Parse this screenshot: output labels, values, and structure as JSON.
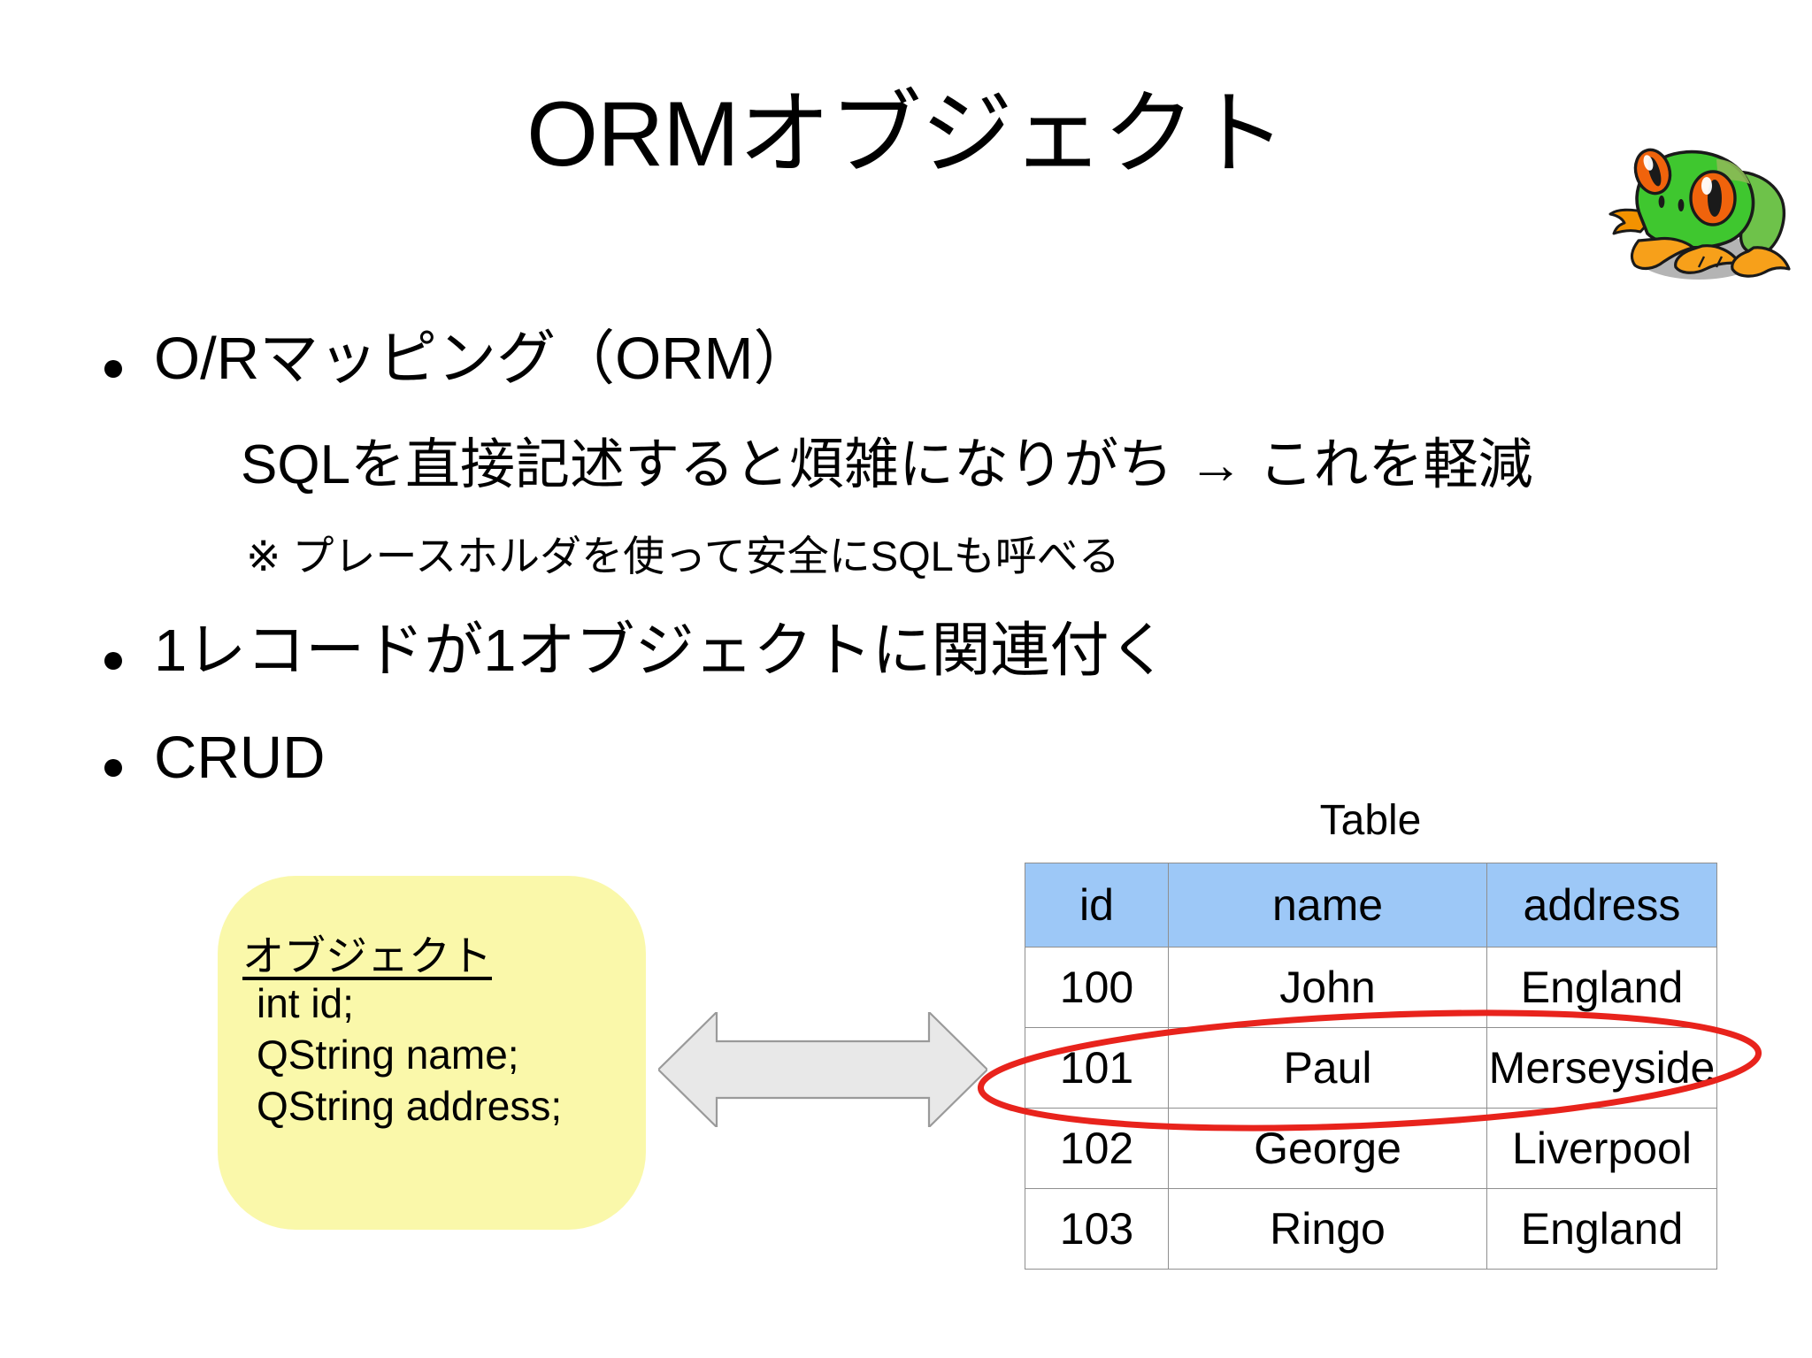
{
  "slide": {
    "title": "ORMオブジェクト",
    "frog_icon": "tree-frog-clipart"
  },
  "bullets": [
    {
      "id": "orm",
      "text": "O/Rマッピング（ORM）"
    },
    {
      "id": "rec",
      "text": "1レコードが1オブジェクトに関連付く"
    },
    {
      "id": "crud",
      "text": "CRUD"
    }
  ],
  "sub_lines": {
    "sql_note": "SQLを直接記述すると煩雑になりがち → これを軽減",
    "placeholder_note": "※ プレースホルダを使って安全にSQLも呼べる"
  },
  "object_box": {
    "heading": "オブジェクト",
    "fields": [
      "int  id;",
      "QString  name;",
      "QString  address;"
    ],
    "fill_color": "#FAF8AA"
  },
  "arrow": {
    "name": "double-headed-arrow",
    "fill_color": "#E8E8E8",
    "stroke_color": "#9A9A9A"
  },
  "table_block": {
    "label": "Table",
    "header_color": "#9DC8F7",
    "columns": [
      "id",
      "name",
      "address"
    ],
    "rows": [
      {
        "id": "100",
        "name": "John",
        "address": "England"
      },
      {
        "id": "101",
        "name": "Paul",
        "address": "Merseyside"
      },
      {
        "id": "102",
        "name": "George",
        "address": "Liverpool"
      },
      {
        "id": "103",
        "name": "Ringo",
        "address": "England"
      }
    ],
    "highlight": {
      "name": "highlight-ellipse",
      "target_row": "101",
      "color": "#E8231C"
    }
  }
}
